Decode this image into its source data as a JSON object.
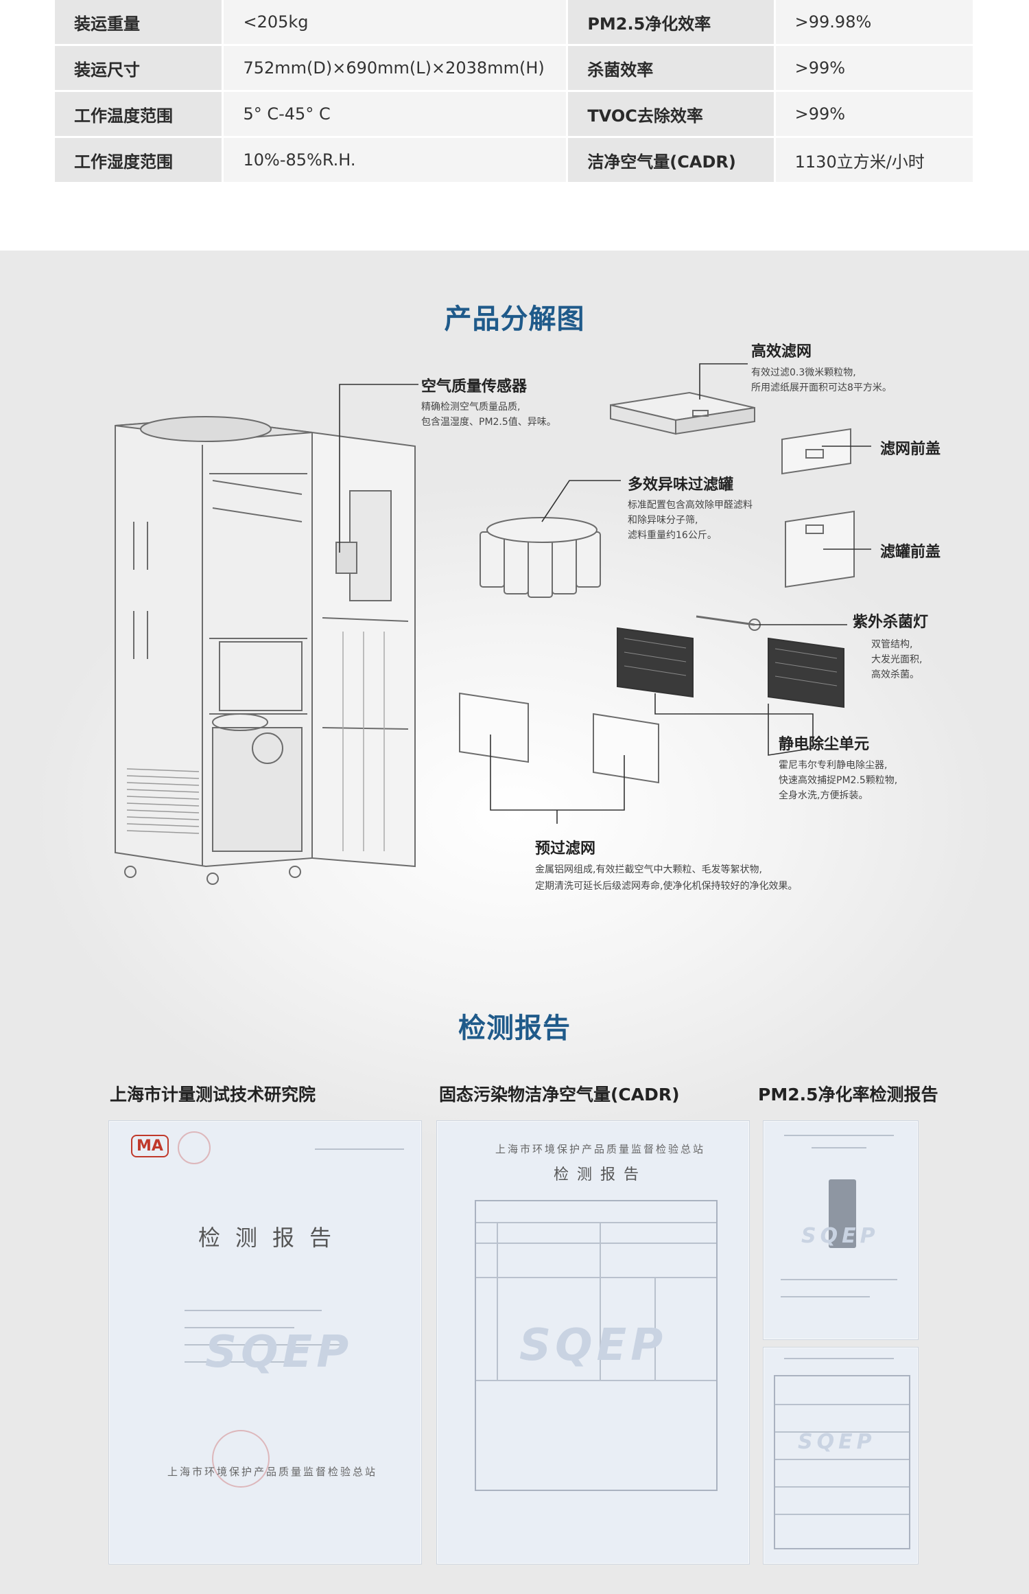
{
  "specs": [
    {
      "l1": "装运重量",
      "v1": "<205kg",
      "l2": "PM2.5净化效率",
      "v2": ">99.98%"
    },
    {
      "l1": "装运尺寸",
      "v1": "752mm(D)×690mm(L)×2038mm(H)",
      "l2": "杀菌效率",
      "v2": ">99%"
    },
    {
      "l1": "工作温度范围",
      "v1": "5° C-45° C",
      "l2": "TVOC去除效率",
      "v2": ">99%"
    },
    {
      "l1": "工作湿度范围",
      "v1": "10%-85%R.H.",
      "l2": "洁净空气量(CADR)",
      "v2": "1130立方米/小时"
    }
  ],
  "explode": {
    "title": "产品分解图",
    "sensor": {
      "name": "空气质量传感器",
      "d1": "精确检测空气质量品质,",
      "d2": "包含温湿度、PM2.5值、异味。"
    },
    "hepa": {
      "name": "高效滤网",
      "d1": "有效过滤0.3微米颗粒物,",
      "d2": "所用滤纸展开面积可达8平方米。"
    },
    "front_cover": {
      "name": "滤网前盖"
    },
    "canister": {
      "name": "多效异味过滤罐",
      "d1": "标准配置包含高效除甲醛滤料",
      "d2": "和除异味分子筛,",
      "d3": "滤料重量约16公斤。"
    },
    "can_cover": {
      "name": "滤罐前盖"
    },
    "uv": {
      "name": "紫外杀菌灯",
      "d1": "双管结构,",
      "d2": "大发光面积,",
      "d3": "高效杀菌。"
    },
    "esp": {
      "name": "静电除尘单元",
      "d1": "霍尼韦尔专利静电除尘器,",
      "d2": "快速高效捕捉PM2.5颗粒物,",
      "d3": "全身水洗,方便拆装。"
    },
    "pre": {
      "name": "预过滤网",
      "d1": "金属铝网组成,有效拦截空气中大颗粒、毛发等絮状物,",
      "d2": "定期清洗可延长后级滤网寿命,使净化机保持较好的净化效果。"
    }
  },
  "reports": {
    "title": "检测报告",
    "cap1": "上海市计量测试技术研究院",
    "cap2": "固态污染物洁净空气量(CADR)",
    "cap3": "PM2.5净化率检测报告",
    "doc1_title": "检测报告",
    "doc2_title": "检测报告",
    "doc2_sub": "上海市环境保护产品质量监督检验总站",
    "doc1_footer": "上海市环境保护产品质量监督检验总站",
    "ma": "MA",
    "watermark": "SQEP"
  },
  "colors": {
    "title": "#1f5a8a",
    "label_cell": "#e6e6e6",
    "value_cell": "#f4f4f4"
  }
}
